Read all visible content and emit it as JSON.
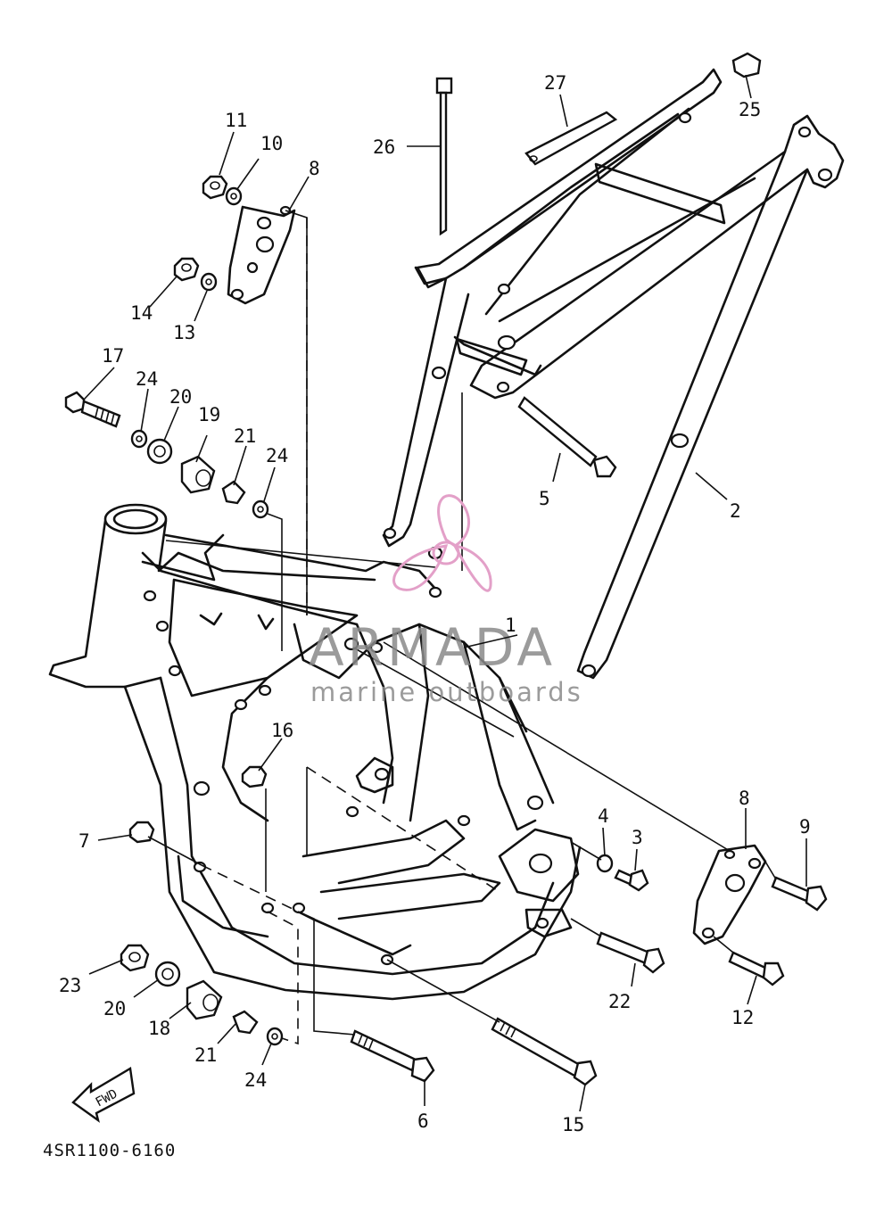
{
  "diagram": {
    "part_code": "4SR1100-6160",
    "fwd_label": "FWD",
    "watermark": {
      "brand": "ARMADA",
      "tagline": "marine outboards",
      "logo_color": "#e3a0c8",
      "text_color": "#8a8a8a"
    },
    "callouts": [
      {
        "id": "c1",
        "label": "1"
      },
      {
        "id": "c2",
        "label": "2"
      },
      {
        "id": "c3",
        "label": "3"
      },
      {
        "id": "c4",
        "label": "4"
      },
      {
        "id": "c5",
        "label": "5"
      },
      {
        "id": "c6",
        "label": "6"
      },
      {
        "id": "c7",
        "label": "7"
      },
      {
        "id": "c8a",
        "label": "8"
      },
      {
        "id": "c8b",
        "label": "8"
      },
      {
        "id": "c9",
        "label": "9"
      },
      {
        "id": "c10",
        "label": "10"
      },
      {
        "id": "c11",
        "label": "11"
      },
      {
        "id": "c12",
        "label": "12"
      },
      {
        "id": "c13",
        "label": "13"
      },
      {
        "id": "c14",
        "label": "14"
      },
      {
        "id": "c15",
        "label": "15"
      },
      {
        "id": "c16",
        "label": "16"
      },
      {
        "id": "c17",
        "label": "17"
      },
      {
        "id": "c18",
        "label": "18"
      },
      {
        "id": "c19",
        "label": "19"
      },
      {
        "id": "c20a",
        "label": "20"
      },
      {
        "id": "c20b",
        "label": "20"
      },
      {
        "id": "c21a",
        "label": "21"
      },
      {
        "id": "c21b",
        "label": "21"
      },
      {
        "id": "c22",
        "label": "22"
      },
      {
        "id": "c23",
        "label": "23"
      },
      {
        "id": "c24a",
        "label": "24"
      },
      {
        "id": "c24b",
        "label": "24"
      },
      {
        "id": "c24c",
        "label": "24"
      },
      {
        "id": "c25",
        "label": "25"
      },
      {
        "id": "c26",
        "label": "26"
      },
      {
        "id": "c27",
        "label": "27"
      }
    ]
  }
}
